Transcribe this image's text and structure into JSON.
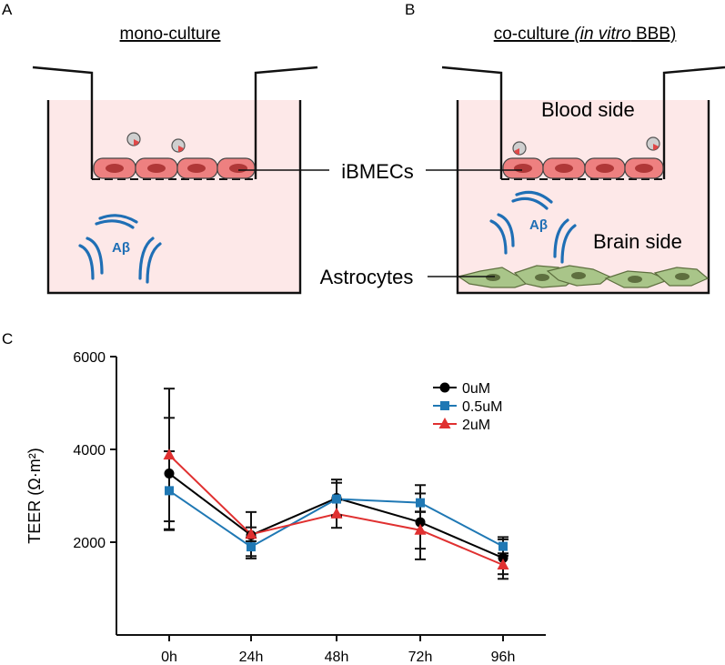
{
  "panel_a": {
    "letter": "A",
    "title": "mono-culture",
    "abeta_label": "Aβ"
  },
  "panel_b": {
    "letter": "B",
    "title_prefix": "co-culture ",
    "title_italic": "(in vitro",
    "title_suffix": " BBB)",
    "blood_label": "Blood side",
    "brain_label": "Brain side",
    "abeta_label": "Aβ"
  },
  "shared_labels": {
    "ibmecs": "iBMECs",
    "astrocytes": "Astrocytes"
  },
  "panel_c": {
    "letter": "C"
  },
  "colors": {
    "medium": "#fde8e8",
    "cell_fill": "#ee8080",
    "cell_nucleus": "#b03838",
    "abeta": "#1f6fb5",
    "astro_fill": "#a9c589",
    "astro_nucleus": "#5e6f3f",
    "s0": "#000000",
    "s1": "#1f78b4",
    "s2": "#e03030"
  },
  "chart_data": {
    "type": "line",
    "title": "",
    "xlabel": "",
    "ylabel": "TEER (Ω·m²)",
    "ylim": [
      0,
      6000
    ],
    "yticks": [
      2000,
      4000,
      6000
    ],
    "categories": [
      "0h",
      "24h",
      "48h",
      "72h",
      "96h"
    ],
    "legend_position": "top-right",
    "grid": false,
    "series": [
      {
        "name": "0uM",
        "marker": "circle",
        "color": "#000000",
        "values": [
          3480,
          2150,
          2950,
          2430,
          1660
        ],
        "err": [
          1200,
          500,
          400,
          800,
          450
        ]
      },
      {
        "name": "0.5uM",
        "marker": "square",
        "color": "#1f78b4",
        "values": [
          3110,
          1900,
          2930,
          2850,
          1910
        ],
        "err": [
          850,
          200,
          350,
          200,
          150
        ]
      },
      {
        "name": "2uM",
        "marker": "triangle",
        "color": "#e03030",
        "values": [
          3880,
          2170,
          2610,
          2260,
          1510
        ],
        "err": [
          1430,
          150,
          300,
          400,
          200
        ]
      }
    ]
  }
}
